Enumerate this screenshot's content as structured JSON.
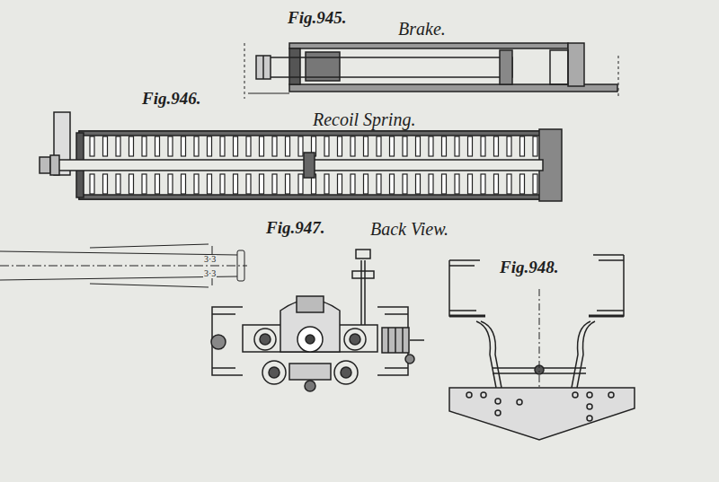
{
  "diagram": {
    "labels": [
      "Fig.945.",
      "Brake.",
      "Fig.946.",
      "Recoil Spring.",
      "Fig.947.",
      "Back View.",
      "Fig.948.",
      "3·3",
      "3·3"
    ]
  }
}
